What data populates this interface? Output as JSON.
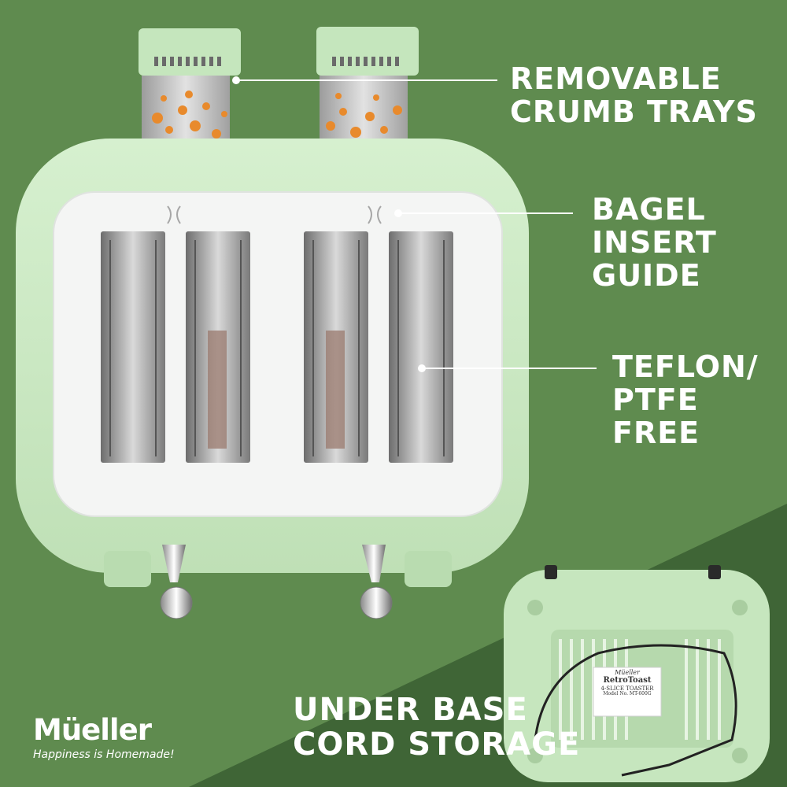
{
  "callouts": {
    "crumb_trays": [
      "REMOVABLE",
      "CRUMB TRAYS"
    ],
    "bagel_guide": [
      "BAGEL",
      "INSERT",
      "GUIDE"
    ],
    "teflon": [
      "TEFLON/",
      "PTFE FREE"
    ],
    "cord_storage": [
      "UNDER BASE",
      "CORD STORAGE"
    ]
  },
  "brand": {
    "name": "Müeller",
    "tagline": "Happiness is Homemade!"
  },
  "base_label": {
    "brand": "Müeller",
    "product": "RetroToast",
    "subtitle": "4-SLICE TOASTER",
    "model": "Model No. MT-600G"
  },
  "colors": {
    "background": "#5f8b4f",
    "dark_panel": "#3e6435",
    "toaster_body": "#c8e8c0",
    "white_plate": "#f4f5f4"
  }
}
